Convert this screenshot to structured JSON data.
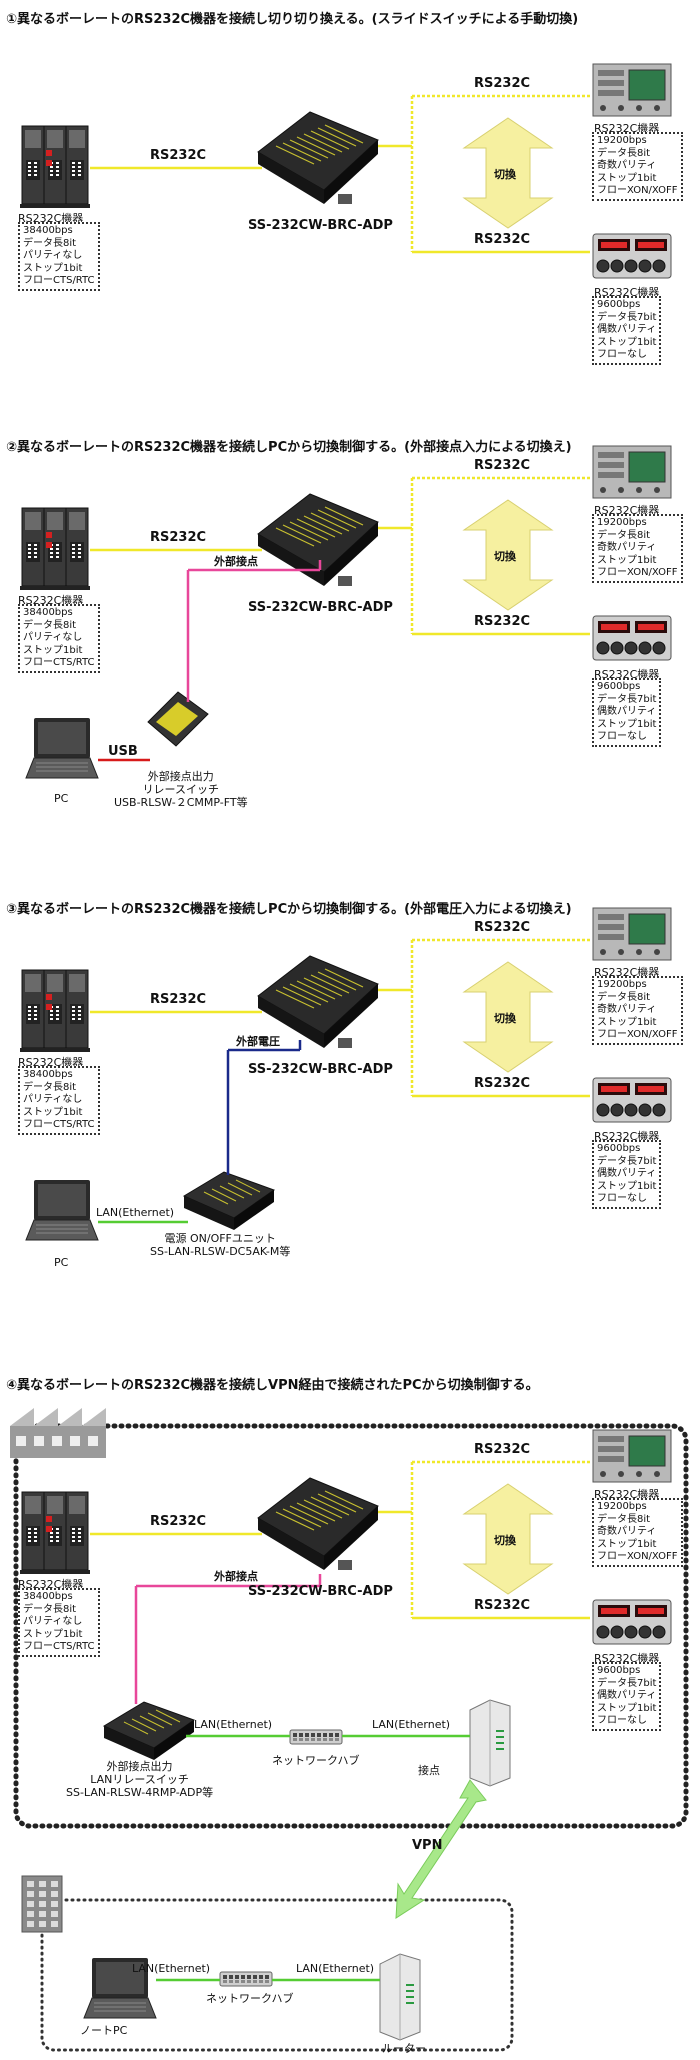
{
  "sections": [
    {
      "title": "①異なるボーレートのRS232C機器を接続し切り切り換える。(スライドスイッチによる手動切換)"
    },
    {
      "title": "②異なるボーレートのRS232C機器を接続しPCから切換制御する。(外部接点入力による切換え)"
    },
    {
      "title": "③異なるボーレートのRS232C機器を接続しPCから切換制御する。(外部電圧入力による切換え)"
    },
    {
      "title": "④異なるボーレートのRS232C機器を接続しVPN経由で接続されたPCから切換制御する。"
    }
  ],
  "labels": {
    "rs232c": "RS232C",
    "device_name": "SS-232CW-BRC-ADP",
    "switch": "切換",
    "device_left": "RS232C機器",
    "device_right": "RS232C機器",
    "ext_contact": "外部接点",
    "ext_voltage": "外部電圧",
    "usb": "USB",
    "pc": "PC",
    "lan": "LAN(Ethernet)",
    "hub": "ネットワークハブ",
    "contact": "接点",
    "vpn": "VPN",
    "router": "ルーター",
    "notebook": "ノートPC"
  },
  "specs": {
    "left": [
      "38400bps",
      "データ長8it",
      "パリティなし",
      "ストップ1bit",
      "フローCTS/RTC"
    ],
    "upper_right": [
      "19200bps",
      "データ長8it",
      "奇数パリティ",
      "ストップ1bit",
      "フローXON/XOFF"
    ],
    "lower_right": [
      "9600bps",
      "データ長7bit",
      "偶数パリティ",
      "ストップ1bit",
      "フローなし"
    ]
  },
  "relays": {
    "s2": [
      "外部接点出力",
      "リレースイッチ",
      "USB-RLSW-２CMMP-FT等"
    ],
    "s3": [
      "電源 ON/OFFユニット",
      "SS-LAN-RLSW-DC5AK-M等"
    ],
    "s4": [
      "外部接点出力",
      "LANリレースイッチ",
      "SS-LAN-RLSW-4RMP-ADP等"
    ]
  },
  "colors": {
    "rs232c_line": "#f0e82a",
    "contact_line": "#e8479a",
    "voltage_line": "#1a2a8a",
    "usb_line": "#d71a1a",
    "lan_line": "#55cc33",
    "vpn_arrow": "#a8e88a",
    "switch_arrow": "#f6f0a0"
  }
}
